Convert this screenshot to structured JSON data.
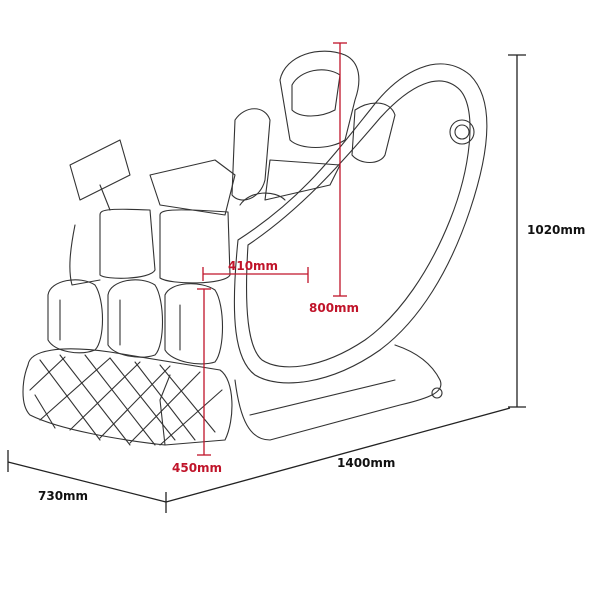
{
  "dimensions": {
    "height": "1020mm",
    "length": "1400mm",
    "width": "730mm",
    "seat_width": "410mm",
    "backrest_length": "800mm",
    "seat_height": "450mm"
  },
  "colors": {
    "outline": "#333333",
    "dimension": "#222222",
    "highlight": "#c0142a"
  }
}
